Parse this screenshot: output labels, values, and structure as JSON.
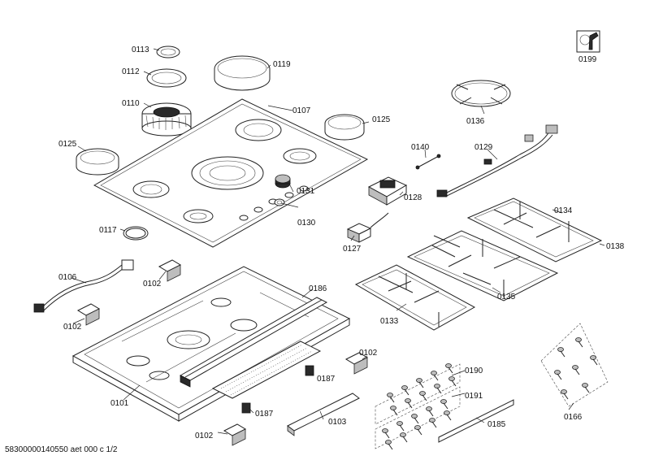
{
  "labels": {
    "p0113": "0113",
    "p0112": "0112",
    "p0110": "0110",
    "p0119": "0119",
    "p0107": "0107",
    "p0125a": "0125",
    "p0125b": "0125",
    "p0131": "0131",
    "p0130": "0130",
    "p0117": "0117",
    "p0136": "0136",
    "p0140": "0140",
    "p0129": "0129",
    "p0128": "0128",
    "p0127": "0127",
    "p0134": "0134",
    "p0138": "0138",
    "p0135": "0135",
    "p0133": "0133",
    "p0106": "0106",
    "p0102a": "0102",
    "p0102b": "0102",
    "p0102c": "0102",
    "p0102d": "0102",
    "p0186": "0186",
    "p0187a": "0187",
    "p0187b": "0187",
    "p0101": "0101",
    "p0103": "0103",
    "p0190": "0190",
    "p0191": "0191",
    "p0185": "0185",
    "p0166": "0166",
    "p0199": "0199"
  },
  "footer": "58300000140550 aet 000 c 1/2",
  "icons": {
    "service": "wrench-manual-icon"
  }
}
